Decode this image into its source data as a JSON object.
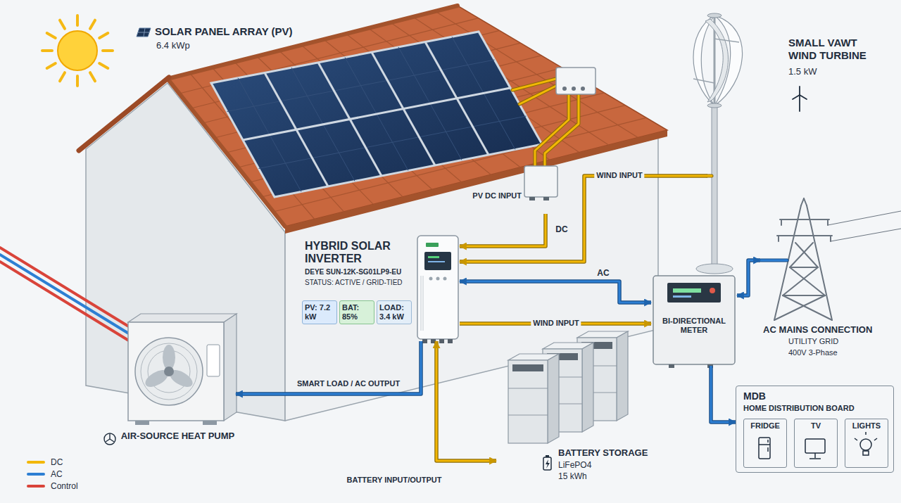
{
  "diagram": {
    "nodes": [
      {
        "text": [
          "PV DC INPUT"
        ]
      },
      {
        "text": [
          "SMALL VAWT WIND TURBINE",
          "1.5 kW"
        ]
      },
      {
        "text": [
          "HYBRID SOLAR INVERTER",
          "DEYE SUN-12K-SG01LP9-EU",
          "STATUS: ACTIVE / GRID-TIED"
        ]
      },
      {
        "text": [
          "PV: 7.2 kW"
        ],
        "in": 2
      },
      {
        "text": [
          "BAT: 85%"
        ],
        "in": 2
      },
      {
        "text": [
          "LOAD: 3.4 kW"
        ],
        "in": 2
      },
      {
        "text": [
          "BI-DIRECTIONAL METER"
        ]
      },
      {
        "text": [
          "AC MAINS CONNECTION",
          "UTILITY GRID",
          "400V 3-Phase"
        ]
      },
      {
        "text": [
          "AIR-SOURCE HEAT PUMP"
        ]
      },
      {
        "text": [
          "BATTERY STORAGE",
          "LiFePO4",
          "15 kWh"
        ]
      },
      {
        "text": [
          "MDB",
          "HOME DISTRIBUTION BOARD"
        ]
      },
      {
        "text": [
          "FRIDGE"
        ],
        "in": 10
      },
      {
        "text": [
          "TV"
        ],
        "in": 10
      },
      {
        "text": [
          "LIGHTS"
        ],
        "in": 10
      }
    ],
    "edges": [
      {
        "from": 0,
        "to": 2,
        "arrow": "to",
        "label": "DC"
      },
      {
        "from": 1,
        "to": 2,
        "arrow": "to",
        "label": "WIND INPUT"
      },
      {
        "from": 2,
        "to": 6,
        "arrow": "both",
        "label": "AC"
      },
      {
        "from": 2,
        "to": 6,
        "arrow": "to",
        "label": "WIND INPUT"
      },
      {
        "from": 6,
        "to": 7,
        "arrow": "both"
      },
      {
        "from": 6,
        "to": 10,
        "arrow": "to"
      },
      {
        "from": 2,
        "to": 9,
        "arrow": "both",
        "label": "BATTERY INPUT/OUTPUT"
      },
      {
        "from": 2,
        "to": 8,
        "arrow": "to",
        "label": "SMART LOAD / AC OUTPUT"
      }
    ],
    "labels": [
      "SOLAR PANEL ARRAY (PV)",
      "6.4 kWp"
    ],
    "legend": [
      {
        "text": "DC",
        "color": "#f2b705"
      },
      {
        "text": "AC",
        "color": "#2d7fd3"
      },
      {
        "text": "Control",
        "color": "#d9443a"
      }
    ]
  }
}
